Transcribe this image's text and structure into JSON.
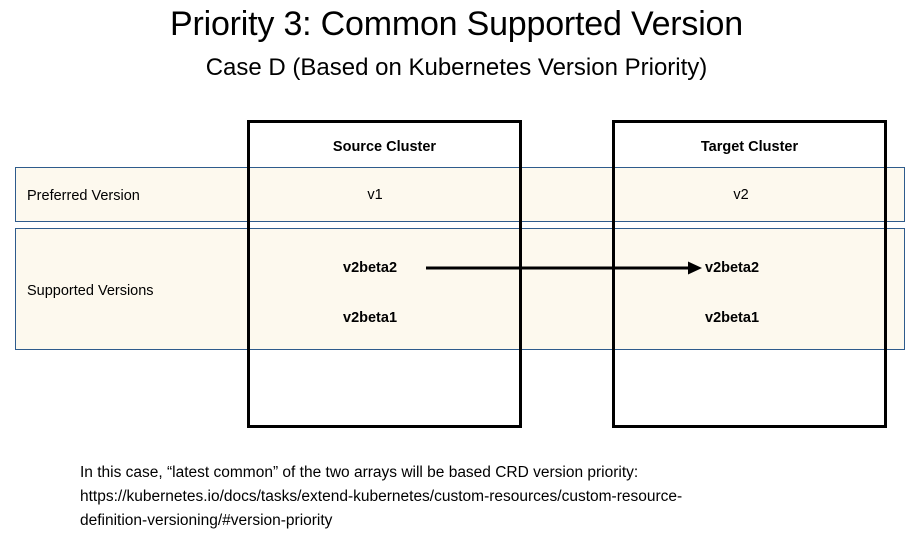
{
  "slide": {
    "title": "Priority 3: Common Supported Version",
    "subtitle": "Case D (Based on Kubernetes Version Priority)"
  },
  "table": {
    "columns": [
      {
        "key": "source",
        "header": "Source Cluster"
      },
      {
        "key": "target",
        "header": "Target Cluster"
      }
    ],
    "rows": [
      {
        "label": "Preferred Version",
        "source": "v1",
        "target": "v2"
      },
      {
        "label": "Supported Versions",
        "source_versions": [
          "v2beta2",
          "v2beta1"
        ],
        "target_versions": [
          "v2beta2",
          "v2beta1"
        ]
      }
    ]
  },
  "mapping_arrow": {
    "from": "v2beta2",
    "to": "v2beta2",
    "direction": "source-to-target"
  },
  "caption": {
    "line1": "In this case, “latest common” of the two arrays will be based CRD version priority:",
    "line2": "https://kubernetes.io/docs/tasks/extend-kubernetes/custom-resources/custom-resource-",
    "line3": "definition-versioning/#version-priority"
  },
  "colors": {
    "cream": "#fdf9ee",
    "row_border": "#2e5b8c",
    "box_border": "#000000",
    "text": "#000000"
  }
}
